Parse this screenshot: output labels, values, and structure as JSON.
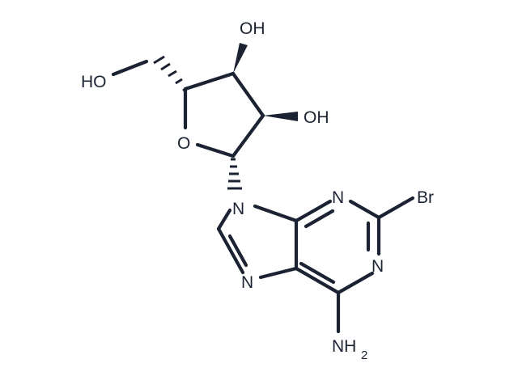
{
  "molecule": {
    "atoms": {
      "oh_top": "OH",
      "oh_right": "OH",
      "ho_left": "HO",
      "o_ring": "O",
      "n9": "N",
      "n3": "N",
      "n1": "N",
      "n7": "N",
      "br": "Br",
      "nh2_main": "NH",
      "nh2_sub": "2"
    }
  },
  "colors": {
    "ink": "#1b2333",
    "background": "#ffffff"
  }
}
